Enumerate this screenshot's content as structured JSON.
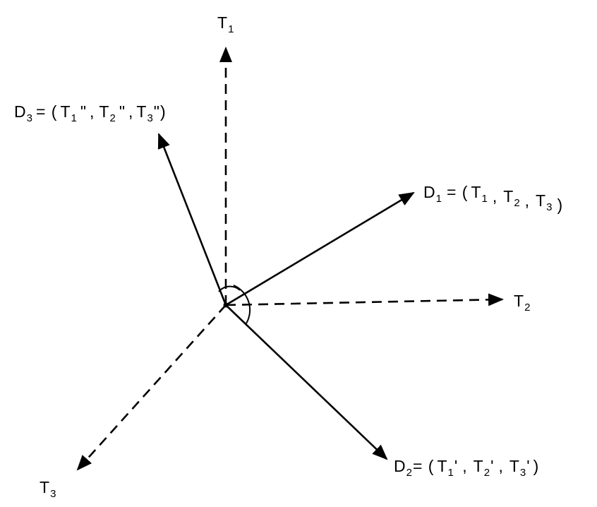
{
  "diagram": {
    "axes": {
      "t1": {
        "base": "T",
        "sub": "1"
      },
      "t2": {
        "base": "T",
        "sub": "2"
      },
      "t3": {
        "base": "T",
        "sub": "3"
      }
    },
    "vectors": {
      "d1": {
        "name": "D",
        "name_sub": "1",
        "eq": "= (",
        "c1": "T",
        "c1_sub": "1",
        "c1_mark": "",
        "c2": "T",
        "c2_sub": "2",
        "c2_mark": "",
        "c3": "T",
        "c3_sub": "3",
        "c3_mark": "",
        "sep": ",",
        "close": ")"
      },
      "d2": {
        "name": "D",
        "name_sub": "2",
        "eq": "= (",
        "c1": "T",
        "c1_sub": "1",
        "c1_mark": "'",
        "c2": "T",
        "c2_sub": "2",
        "c2_mark": "'",
        "c3": "T",
        "c3_sub": "3",
        "c3_mark": "'",
        "sep": ",",
        "close": ")"
      },
      "d3": {
        "name": "D",
        "name_sub": "3",
        "eq": "= (",
        "c1": "T",
        "c1_sub": "1",
        "c1_mark": "\"",
        "c2": "T",
        "c2_sub": "2",
        "c2_mark": "\"",
        "c3": "T",
        "c3_sub": "3",
        "c3_mark": "\"",
        "sep": ",",
        "close": ")"
      }
    },
    "colors": {
      "ink": "#000000",
      "background": "#ffffff"
    }
  }
}
